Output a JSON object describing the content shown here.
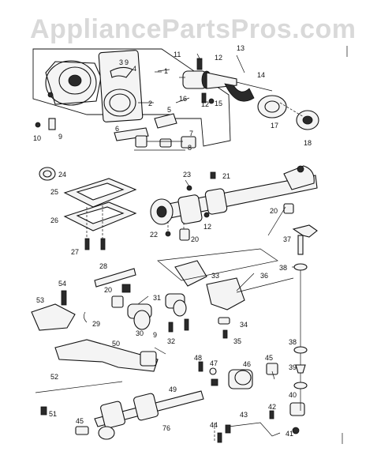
{
  "watermark": "AppliancePartsPros.com",
  "labels": {
    "l1": "1",
    "l2": "2",
    "l3": "3",
    "l4": "4",
    "l5": "5",
    "l6": "6",
    "l7": "7",
    "l8": "8",
    "l9a": "9",
    "l9b": "9",
    "l9c": "9",
    "l10": "10",
    "l11": "11",
    "l12a": "12",
    "l12b": "12",
    "l12c": "12",
    "l13": "13",
    "l14": "14",
    "l15": "15",
    "l16": "16",
    "l17": "17",
    "l18": "18",
    "l20a": "20",
    "l20b": "20",
    "l20c": "20",
    "l21": "21",
    "l22": "22",
    "l23": "23",
    "l24": "24",
    "l25": "25",
    "l26": "26",
    "l27": "27",
    "l28": "28",
    "l29": "29",
    "l30": "30",
    "l31": "31",
    "l32": "32",
    "l33": "33",
    "l34": "34",
    "l35": "35",
    "l36": "36",
    "l37": "37",
    "l38a": "38",
    "l38b": "38",
    "l39": "39",
    "l40": "40",
    "l41": "41",
    "l42": "42",
    "l43": "43",
    "l44": "44",
    "l45a": "45",
    "l45b": "45",
    "l46": "46",
    "l47": "47",
    "l48": "48",
    "l49": "49",
    "l50": "50",
    "l51": "51",
    "l52": "52",
    "l53": "53",
    "l54": "54",
    "l76": "76"
  }
}
